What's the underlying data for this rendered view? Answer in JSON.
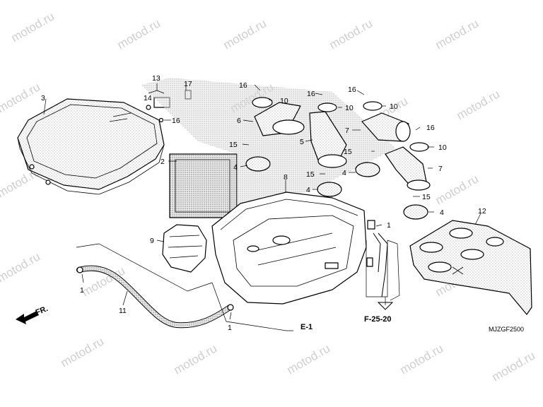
{
  "watermark": "motod.ru",
  "diagram_code": "MJZGF2500",
  "front_label": "FR.",
  "references": {
    "e1": "E-1",
    "f2520": "F-25-20"
  },
  "callouts": {
    "c1a": "1",
    "c1b": "1",
    "c1c": "1",
    "c2": "2",
    "c3": "3",
    "c4a": "4",
    "c4b": "4",
    "c4c": "4",
    "c4d": "4",
    "c5": "5",
    "c6": "6",
    "c7a": "7",
    "c7b": "7",
    "c8": "8",
    "c9": "9",
    "c10a": "10",
    "c10b": "10",
    "c10c": "10",
    "c10d": "10",
    "c11": "11",
    "c12": "12",
    "c13": "13",
    "c14": "14",
    "c15a": "15",
    "c15b": "15",
    "c15c": "15",
    "c15d": "15",
    "c16a": "16",
    "c16b": "16",
    "c16c": "16",
    "c16d": "16",
    "c16e": "16",
    "c17": "17"
  }
}
